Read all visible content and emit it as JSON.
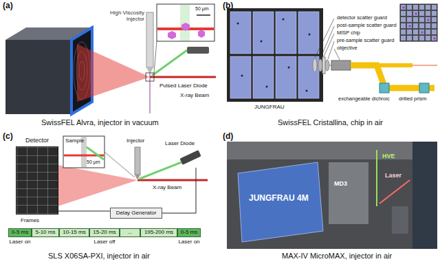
{
  "diagram": {
    "nodes": [
      {
        "text": [
          "Detector"
        ]
      },
      {
        "text": [
          "Delay Generator"
        ]
      },
      {
        "text": [
          "0-5 ms"
        ]
      },
      {
        "text": [
          "5-10 ms"
        ]
      },
      {
        "text": [
          "10-15 ms"
        ]
      },
      {
        "text": [
          "15-20 ms"
        ]
      },
      {
        "text": [
          "..."
        ]
      },
      {
        "text": [
          "195-200 ms"
        ]
      },
      {
        "text": [
          "0-5 ms"
        ]
      }
    ],
    "edges": [
      {
        "from": 0,
        "to": 1,
        "arrow": "none"
      }
    ],
    "labels": [
      "(a)",
      "High Viscosity Injector",
      "50 µm",
      "Pulsed Laser Diode",
      "X-ray Beam",
      "SwissFEL Alvra, injector in vacuum",
      "(b)",
      "detector scatter guard",
      "post-sample scatter guard",
      "MISP chip",
      "pre-sample scatter guard",
      "objective",
      "JUNGFRAU",
      "exchangeable dichroic",
      "drilled prism",
      "SwissFEL Cristallina, chip in air",
      "(c)",
      "Sample",
      "Injector",
      "Laser Diode",
      "50 µm",
      "X-ray Beam",
      "Frames",
      "Laser on",
      "Laser off",
      "Laser on",
      "SLS X06SA-PXI, injector in air",
      "(d)",
      "JUNGFRAU 4M",
      "HVE",
      "Laser",
      "MD3",
      "MAX-IV MicroMAX, injector in air"
    ]
  }
}
